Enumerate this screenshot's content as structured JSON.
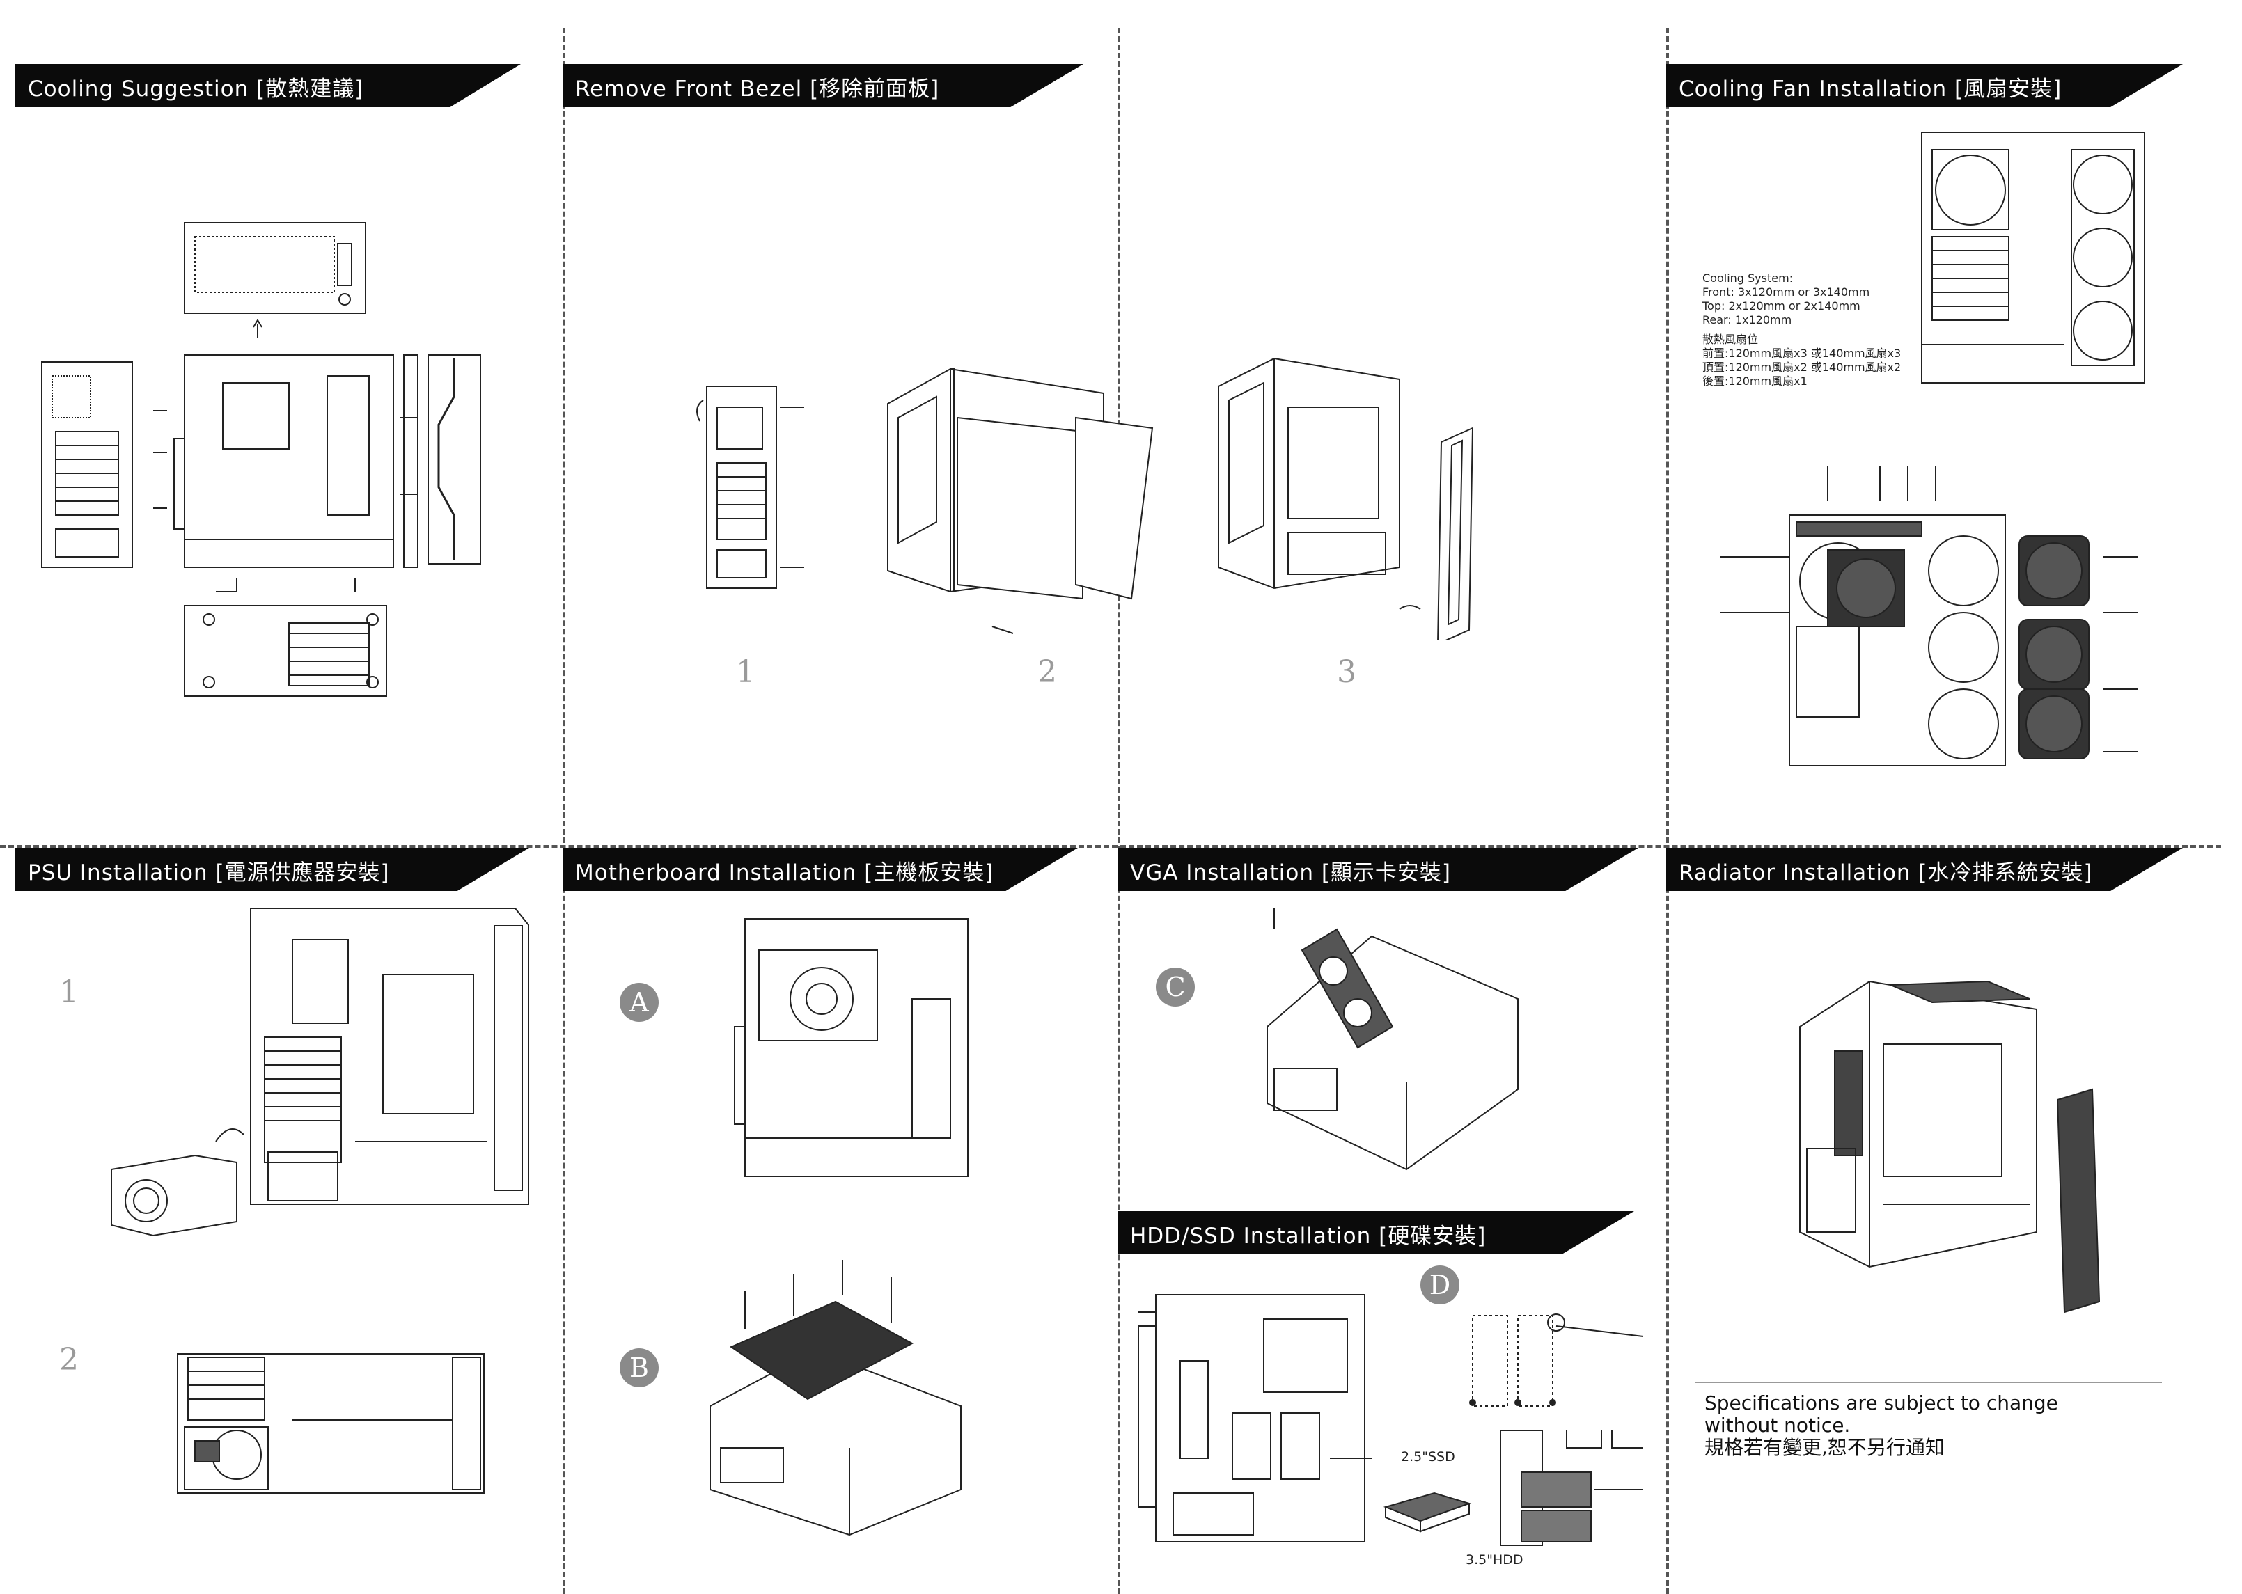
{
  "sections": {
    "cooling_suggestion": "Cooling Suggestion [散熱建議]",
    "remove_front_bezel": "Remove Front Bezel [移除前面板]",
    "cooling_fan_installation": "Cooling Fan Installation [風扇安裝]",
    "psu_installation": "PSU Installation [電源供應器安裝]",
    "motherboard_installation": "Motherboard Installation [主機板安裝]",
    "vga_installation": "VGA Installation [顯示卡安裝]",
    "radiator_installation": "Radiator Installation [水冷排系統安裝]",
    "hdd_ssd_installation": "HDD/SSD Installation [硬碟安裝]"
  },
  "bezel_steps": [
    "1",
    "2",
    "3"
  ],
  "psu_steps": [
    "1",
    "2"
  ],
  "labels": {
    "a": "A",
    "b": "B",
    "c": "C",
    "d": "D"
  },
  "cooling_spec": {
    "line1": "Cooling System:",
    "line2": "Front: 3x120mm or 3x140mm",
    "line3": "Top: 2x120mm or 2x140mm",
    "line4": "Rear: 1x120mm",
    "line5": "散熱風扇位",
    "line6": "前置:120mm風扇x3 或140mm風扇x3",
    "line7": "頂置:120mm風扇x2 或140mm風扇x2",
    "line8": "後置:120mm風扇x1"
  },
  "hdd": {
    "ssd": "2.5\"SSD",
    "hdd": "3.5\"HDD"
  },
  "notice": {
    "en1": "Specifications are subject to change",
    "en2": "without notice.",
    "zh": "規格若有變更,恕不另行通知"
  }
}
